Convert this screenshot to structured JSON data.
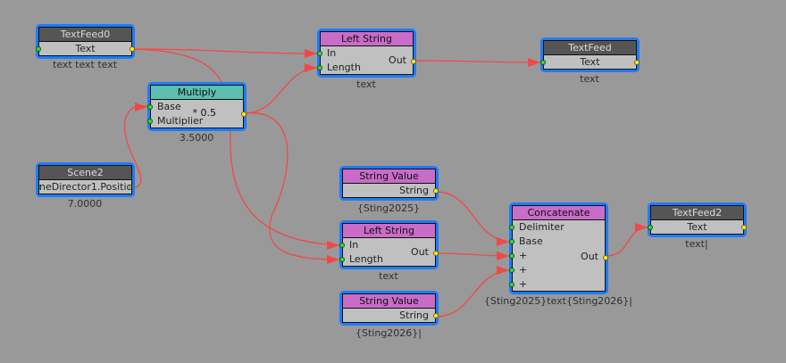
{
  "colors": {
    "background": "#999999",
    "node_border": "#1e7bff",
    "wire": "#f04848",
    "title_dark": "#555555",
    "title_pink": "#c86cc8",
    "title_teal": "#5cbfb0",
    "input_pin": "#33dd33",
    "output_pin": "#ffee22"
  },
  "nodes": {
    "textfeed0": {
      "title": "TextFeed0",
      "port": "Text",
      "caption": "text text text"
    },
    "multiply": {
      "title": "Multiply",
      "inputs": [
        "Base",
        "Multiplier"
      ],
      "value": "* 0.5",
      "caption": "3.5000"
    },
    "scene2": {
      "title": "Scene2",
      "port": "neDirector1.Position",
      "caption": "7.0000"
    },
    "leftstring1": {
      "title": "Left String",
      "inputs": [
        "In",
        "Length"
      ],
      "output": "Out",
      "caption": "text"
    },
    "textfeed": {
      "title": "TextFeed",
      "port": "Text",
      "caption": "text"
    },
    "stringvalue1": {
      "title": "String Value",
      "output": "String",
      "caption": "{Sting2025}"
    },
    "leftstring2": {
      "title": "Left String",
      "inputs": [
        "In",
        "Length"
      ],
      "output": "Out",
      "caption": "text"
    },
    "stringvalue2": {
      "title": "String Value",
      "output": "String",
      "caption": "{Sting2026}|"
    },
    "concatenate": {
      "title": "Concatenate",
      "inputs": [
        "Delimiter",
        "Base",
        "+",
        "+",
        "+"
      ],
      "output": "Out",
      "caption": "{Sting2025}text{Sting2026}|"
    },
    "textfeed2": {
      "title": "TextFeed2",
      "port": "Text",
      "caption": "text|"
    }
  },
  "connections": [
    {
      "from": "textfeed0.Text",
      "to": "leftstring1.In"
    },
    {
      "from": "multiply.out",
      "to": "leftstring1.Length"
    },
    {
      "from": "leftstring1.Out",
      "to": "textfeed.Text"
    },
    {
      "from": "scene2.out",
      "to": "multiply.Base"
    },
    {
      "from": "textfeed0.Text",
      "to": "leftstring2.In"
    },
    {
      "from": "multiply.out",
      "to": "leftstring2.Length"
    },
    {
      "from": "stringvalue1.String",
      "to": "concatenate.Base"
    },
    {
      "from": "leftstring2.Out",
      "to": "concatenate.+1"
    },
    {
      "from": "stringvalue2.String",
      "to": "concatenate.+2"
    },
    {
      "from": "concatenate.Out",
      "to": "textfeed2.Text"
    }
  ]
}
